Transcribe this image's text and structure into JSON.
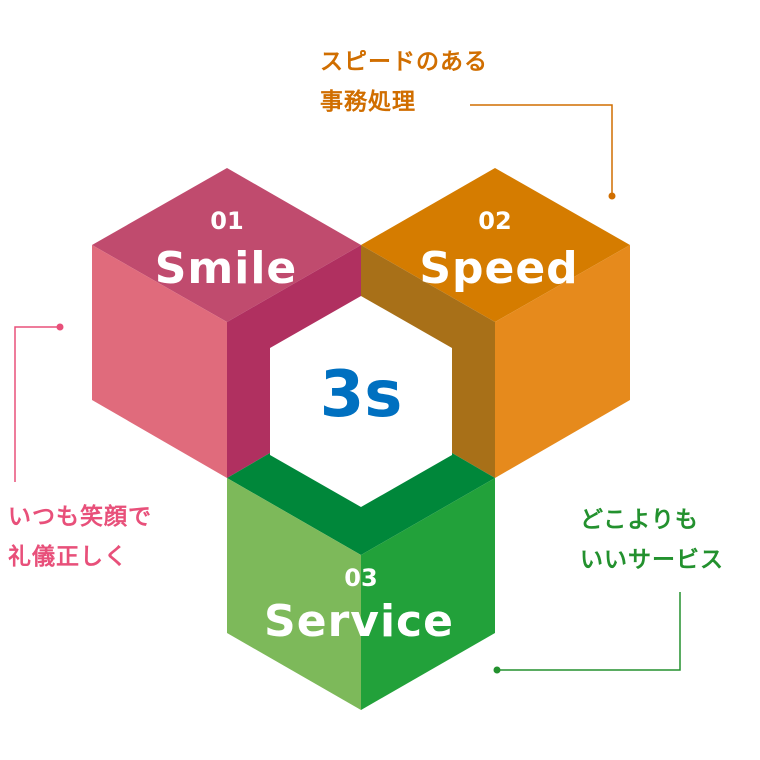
{
  "center": {
    "text": "3s",
    "color": "#0070c0"
  },
  "cubes": [
    {
      "number": "01",
      "title": "Smile",
      "colors": {
        "top": "#c04b6e",
        "left": "#e06b7c",
        "right": "#b03060"
      }
    },
    {
      "number": "02",
      "title": "Speed",
      "colors": {
        "top": "#d57c00",
        "left": "#a87018",
        "right": "#e68a1c"
      }
    },
    {
      "number": "03",
      "title": "Service",
      "colors": {
        "top": "#00873a",
        "left": "#7db95a",
        "right": "#22a13a"
      }
    }
  ],
  "callouts": [
    {
      "lines": [
        "いつも笑顔で",
        "礼儀正しく"
      ],
      "color": "#e8507a"
    },
    {
      "lines": [
        "スピードのある",
        "事務処理"
      ],
      "color": "#d06e00"
    },
    {
      "lines": [
        "どこよりも",
        "いいサービス"
      ],
      "color": "#23912e"
    }
  ]
}
